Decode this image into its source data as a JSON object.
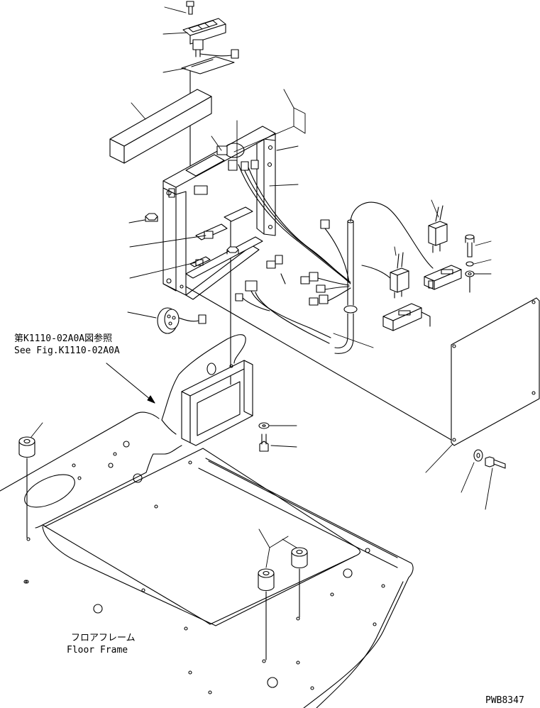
{
  "reference_note": {
    "japanese": "第K1110-02A0A図参照",
    "english": "See Fig.K1110-02A0A"
  },
  "floor_label": {
    "japanese": "フロアフレーム",
    "english": "Floor Frame"
  },
  "drawing_code": "PWB8347"
}
